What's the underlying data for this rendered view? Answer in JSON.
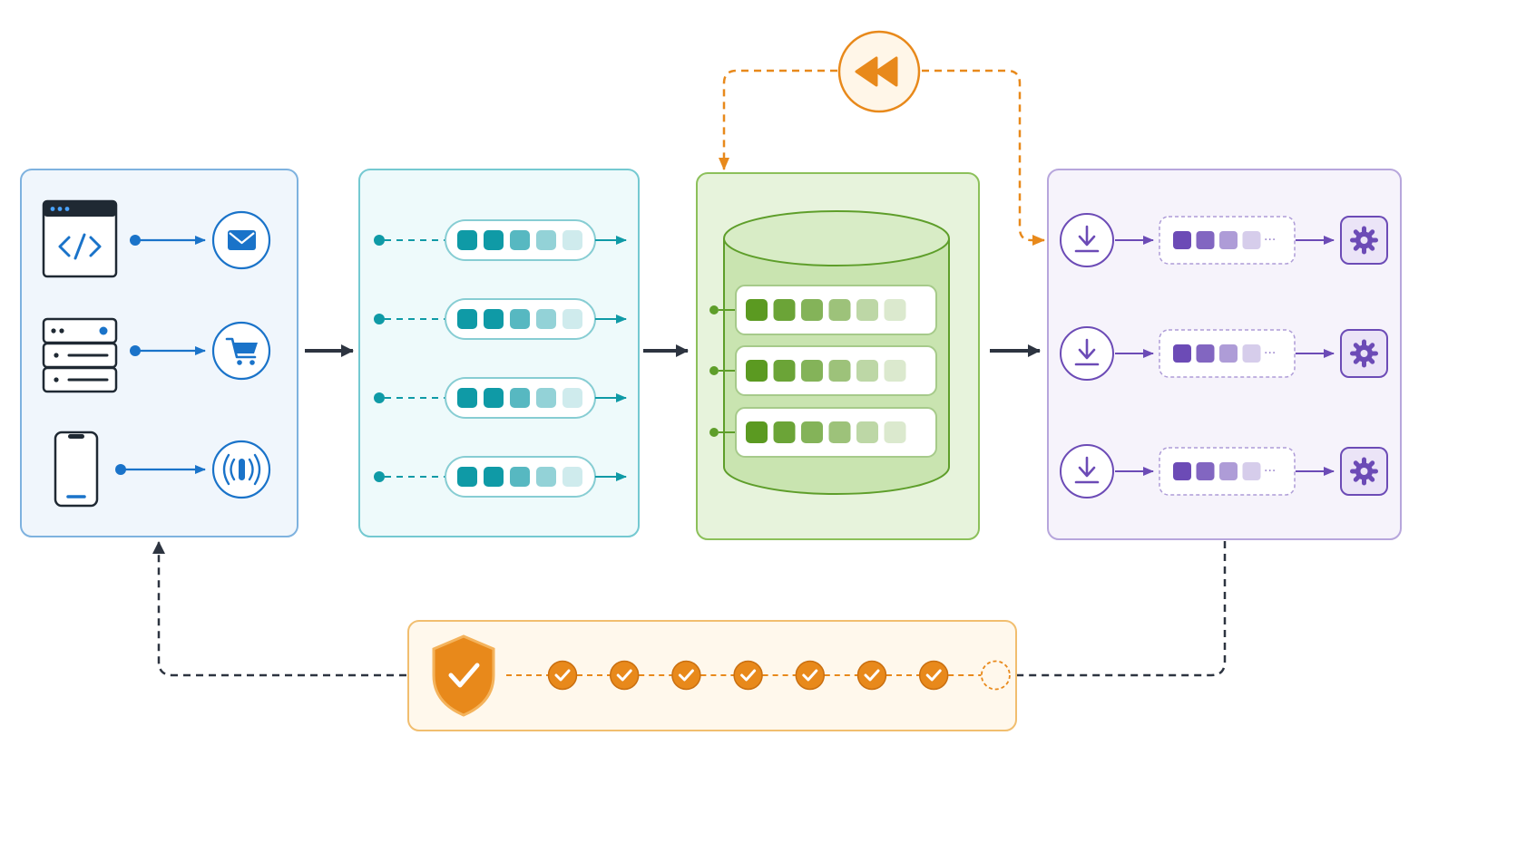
{
  "colors": {
    "producers": "#1a73c9",
    "producers_fill": "#f0f6fc",
    "producers_border": "#7eb2df",
    "queue": "#0f9aa6",
    "queue_fill": "#eefafb",
    "queue_border": "#74c9d1",
    "store": "#5e9e2a",
    "store_fill": "#e7f3dc",
    "store_border": "#8cc05a",
    "consumers": "#6c4bb6",
    "consumers_fill": "#f6f3fb",
    "consumers_border": "#b7a6dc",
    "replay": "#e8891b",
    "replay_fill": "#fff8ec",
    "replay_border": "#f1be6f",
    "flow_arrow": "#2d3440"
  },
  "stages": [
    {
      "id": "producers",
      "producers": [
        {
          "icon": "code-window-icon",
          "target": "envelope-icon"
        },
        {
          "icon": "server-rack-icon",
          "target": "shopping-cart-icon"
        },
        {
          "icon": "smartphone-icon",
          "target": "signal-wave-icon"
        }
      ]
    },
    {
      "id": "queue",
      "lanes": 4,
      "cells_per_lane": 5
    },
    {
      "id": "store",
      "icon": "database-cylinder-icon",
      "rows": 3,
      "cells_per_row": 6
    },
    {
      "id": "consumers",
      "consumers": [
        {
          "icon": "download-icon",
          "output": "gear-icon"
        },
        {
          "icon": "download-icon",
          "output": "gear-icon"
        },
        {
          "icon": "download-icon",
          "output": "gear-icon"
        }
      ],
      "cells_per_buffer": 4
    }
  ],
  "replay": {
    "icon": "rewind-icon"
  },
  "verification": {
    "icon": "shield-check-icon",
    "checks_done": 7,
    "checks_pending": 1
  }
}
